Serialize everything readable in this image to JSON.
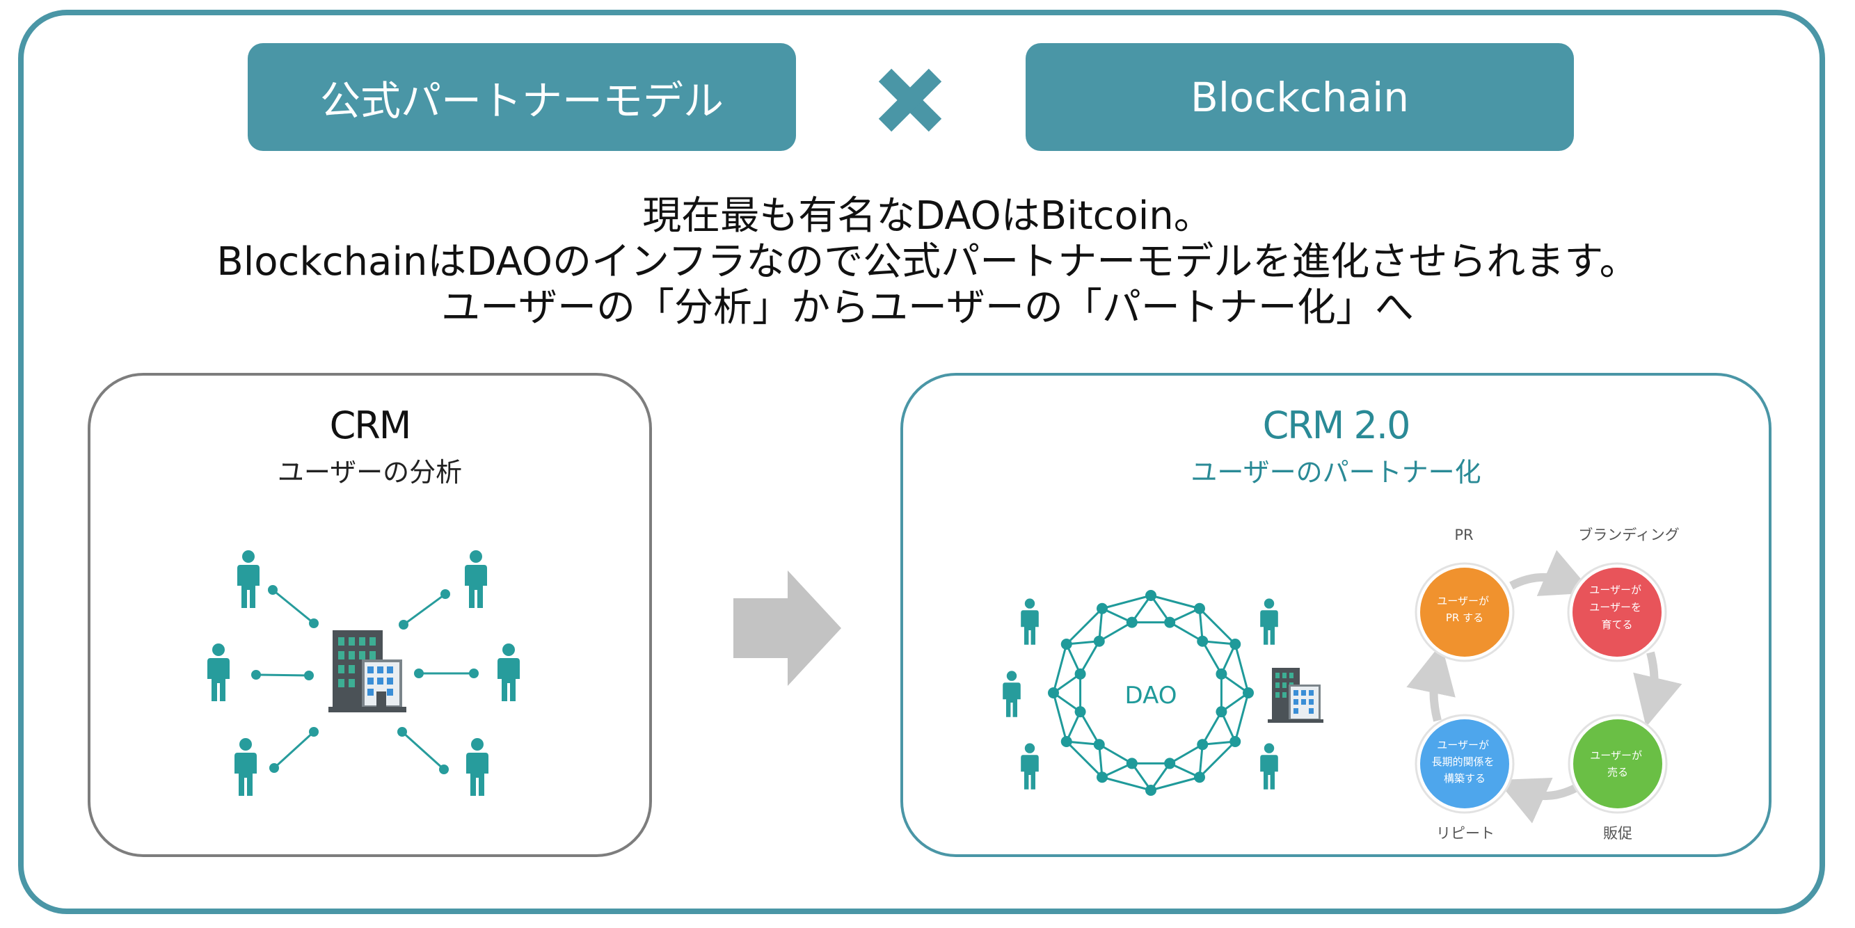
{
  "pills": {
    "left": "公式パートナーモデル",
    "right": "Blockchain"
  },
  "headline": [
    "現在最も有名なDAOはBitcoin。",
    "BlockchainはDAOのインフラなので公式パートナーモデルを進化させられます。",
    "ユーザーの「分析」からユーザーの「パートナー化」へ"
  ],
  "left_card": {
    "title": "CRM",
    "subtitle": "ユーザーの分析"
  },
  "right_card": {
    "title": "CRM 2.0",
    "subtitle": "ユーザーのパートナー化",
    "dao_label": "DAO"
  },
  "cycle": {
    "labels": {
      "top_left": "PR",
      "top_right": "ブランディング",
      "bottom_right": "販促",
      "bottom_left": "リピート"
    },
    "circles": [
      {
        "lines": [
          "ユーザーが",
          "PR する"
        ],
        "color": "#f0922e"
      },
      {
        "lines": [
          "ユーザーが",
          "ユーザーを",
          "育てる"
        ],
        "color": "#e8545a"
      },
      {
        "lines": [
          "ユーザーが",
          "売る"
        ],
        "color": "#6abf45"
      },
      {
        "lines": [
          "ユーザーが",
          "長期的関係を",
          "構築する"
        ],
        "color": "#4ea6ec"
      }
    ]
  },
  "colors": {
    "accent": "#4a96a6",
    "person": "#279c9c",
    "node": "#1f9a9a"
  }
}
